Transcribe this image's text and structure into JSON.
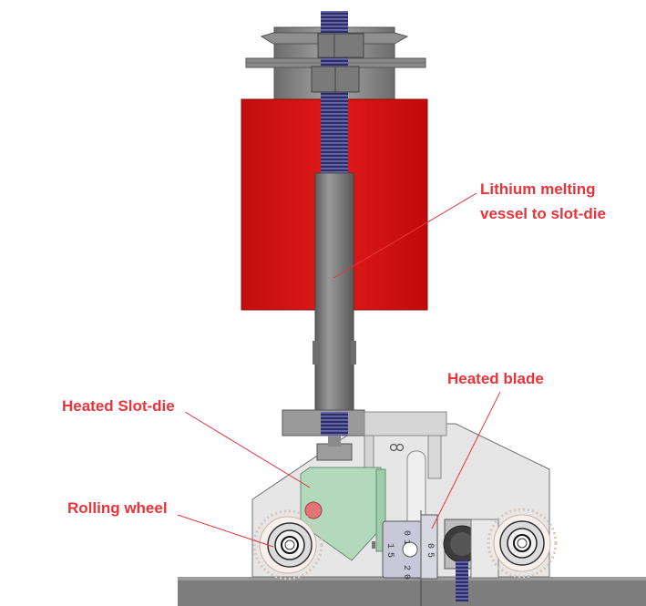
{
  "labels": {
    "melting_vessel": [
      "Lithium melting",
      "vessel to slot-die"
    ],
    "heated_blade": "Heated blade",
    "heated_slot_die": "Heated Slot-die",
    "rolling_wheel": "Rolling wheel"
  },
  "scale": {
    "left_digits": [
      "1",
      "5"
    ],
    "right_digits": [
      "0",
      "5"
    ],
    "top_digits": [
      "0",
      "1"
    ],
    "bottom_digits": [
      "2",
      "0"
    ]
  },
  "colors": {
    "callout": "#e8343a",
    "vessel": "#dd1111",
    "slot_die": "#b3d9bc",
    "thread": "#3d3d8a",
    "metal": "#8a8a8a",
    "frame": "#e4e4e4"
  }
}
